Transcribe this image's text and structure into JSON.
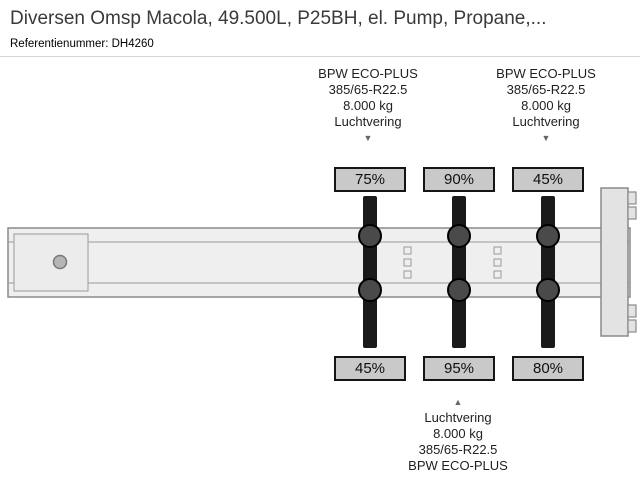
{
  "header": {
    "title": "Diversen Omsp Macola, 49.500L, P25BH, el. Pump, Propane,...",
    "reference": "Referentienummer: DH4260"
  },
  "axle_specs": {
    "top": [
      {
        "brand": "BPW ECO-PLUS",
        "tire_size": "385/65-R22.5",
        "load": "8.000 kg",
        "suspension": "Luchtvering",
        "arrow": "▼"
      },
      {
        "brand": "BPW ECO-PLUS",
        "tire_size": "385/65-R22.5",
        "load": "8.000 kg",
        "suspension": "Luchtvering",
        "arrow": "▼"
      }
    ],
    "bottom": {
      "arrow": "▲",
      "suspension": "Luchtvering",
      "load": "8.000 kg",
      "tire_size": "385/65-R22.5",
      "brand": "BPW ECO-PLUS"
    }
  },
  "tire_tread": {
    "top": [
      "75%",
      "90%",
      "45%"
    ],
    "bottom": [
      "45%",
      "95%",
      "80%"
    ]
  },
  "colors": {
    "box_fill": "#c9c9c9",
    "box_border": "#151515",
    "beam_fill": "#efefef",
    "beam_stroke": "#8a8a8a",
    "axle_bar": "#1a1a1a",
    "wheel_fill": "#4a4a4a"
  }
}
